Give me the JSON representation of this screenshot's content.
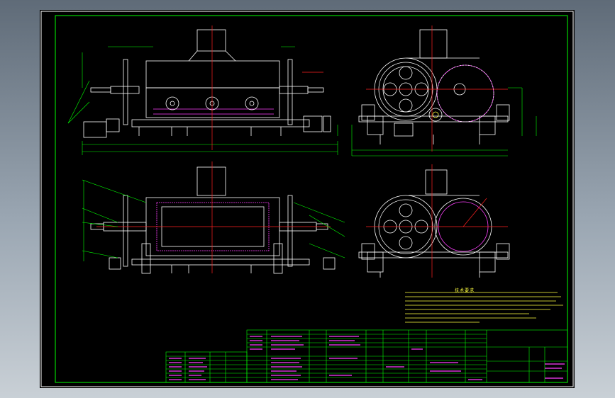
{
  "sheet": {
    "notes_title": "技术要求",
    "colors": {
      "frame": "#00ff00",
      "outline": "#ffffff",
      "centerline": "#ff2020",
      "hatch": "#ff40ff",
      "text": "#ffff40",
      "dimension": "#40ffff",
      "background": "#000000"
    }
  },
  "views": [
    {
      "name": "front-elevation"
    },
    {
      "name": "side-elevation"
    },
    {
      "name": "front-section"
    },
    {
      "name": "side-section"
    }
  ]
}
